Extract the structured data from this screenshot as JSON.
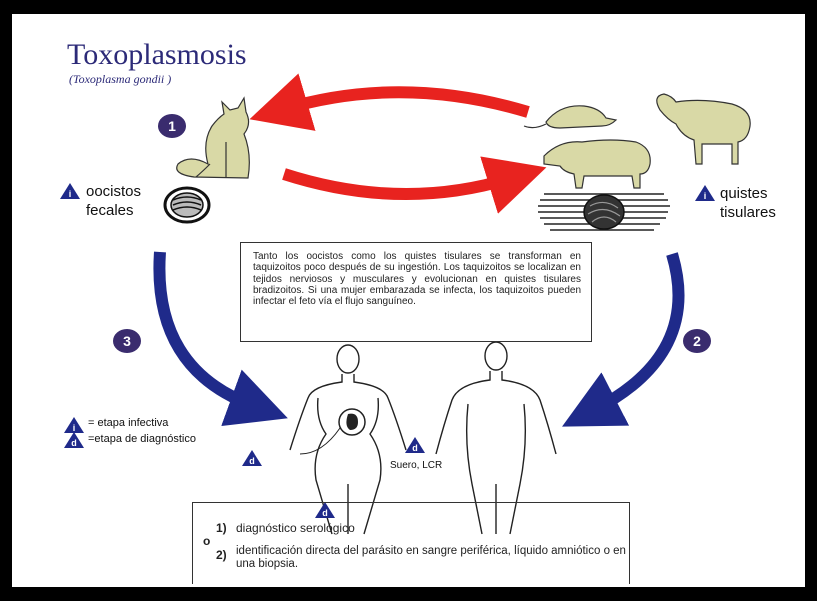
{
  "title": "Toxoplasmosis",
  "subtitle": "(Toxoplasma gondii )",
  "steps": [
    "1",
    "2",
    "3"
  ],
  "infective_symbol": "i",
  "diagnostic_symbol": "d",
  "labels": {
    "oocysts": "oocistos fecales",
    "tissue_cysts": "quistes tisulares",
    "serum": "Suero, LCR"
  },
  "legend": {
    "infective": "=  etapa infectiva",
    "diagnostic": "=etapa de diagnóstico"
  },
  "info_text": "Tanto los oocistos como los quistes tisulares se transforman en taquizoitos poco después de su ingestión. Los taquizoitos se localizan en tejidos nerviosos y musculares y evolucionan en quistes tisulares bradizoitos. Si una mujer embarazada se infecta, los taquizoitos pueden infectar el feto vía el flujo sanguíneo.",
  "diagnosis": {
    "num1": "1)",
    "item1": "diagnóstico serológico",
    "or": "o",
    "num2": "2)",
    "item2": "identificación directa del parásito en sangre periférica, líquido amniótico o en una biopsia."
  },
  "colors": {
    "frame": "#000000",
    "title": "#2c2a78",
    "step_badge": "#3a2c6e",
    "cycle_arrow_red": "#e8231f",
    "cycle_arrow_blue": "#1f2a8a",
    "marker_triangle": "#1f2a8a",
    "animal_fill": "#d9d9a6"
  }
}
